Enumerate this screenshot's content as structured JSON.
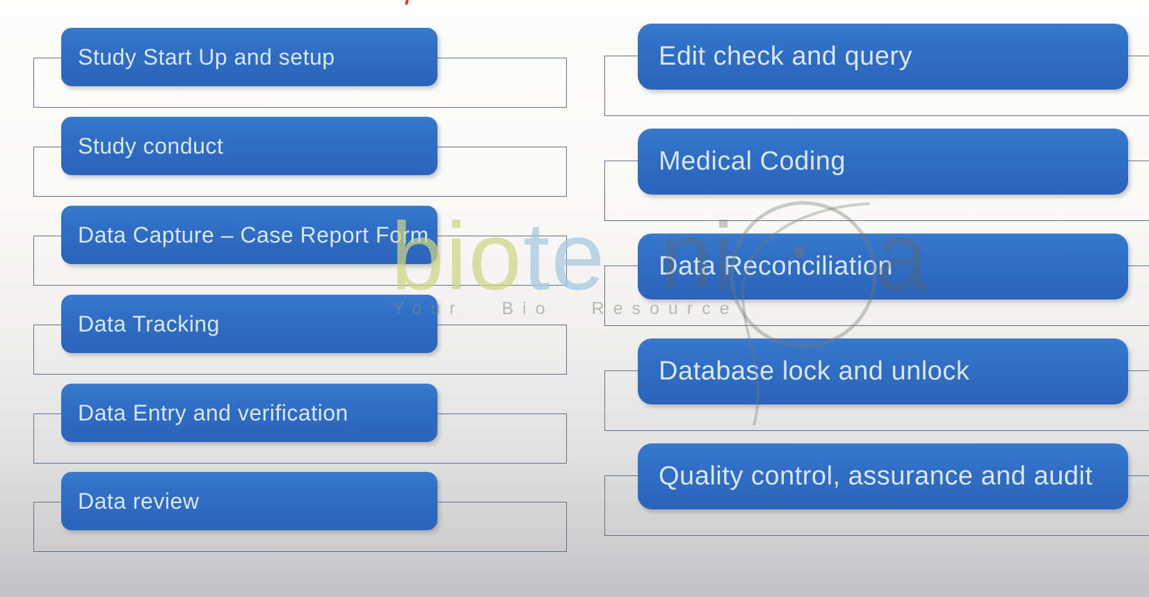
{
  "slide": {
    "columns": {
      "left": {
        "items": [
          {
            "label": "Study Start Up and setup"
          },
          {
            "label": "Study conduct"
          },
          {
            "label": "Data Capture – Case Report Form"
          },
          {
            "label": "Data Tracking"
          },
          {
            "label": "Data Entry and verification"
          },
          {
            "label": "Data review"
          }
        ]
      },
      "right": {
        "items": [
          {
            "label": "Edit check and query"
          },
          {
            "label": "Medical Coding"
          },
          {
            "label": "Data Reconciliation"
          },
          {
            "label": "Database lock and unlock"
          },
          {
            "label": "Quality control, assurance and audit"
          }
        ]
      }
    },
    "watermark": {
      "logo_part_green": "bio",
      "logo_part_blue": "te",
      "logo_ghost_1": "ni",
      "logo_ghost_2": "a",
      "tagline": "Your Bio Resource"
    },
    "colors": {
      "box_fill": "#2f6cc2",
      "box_text": "#d8e6f6",
      "outline_stroke": "#5f7183",
      "logo_green": "#cdd482",
      "logo_blue": "#a4c8de",
      "watermark_gray": "#787870",
      "red_mark": "#cf4430",
      "background_top": "#fdfdfc",
      "background_bottom": "#c3c3c5"
    }
  }
}
